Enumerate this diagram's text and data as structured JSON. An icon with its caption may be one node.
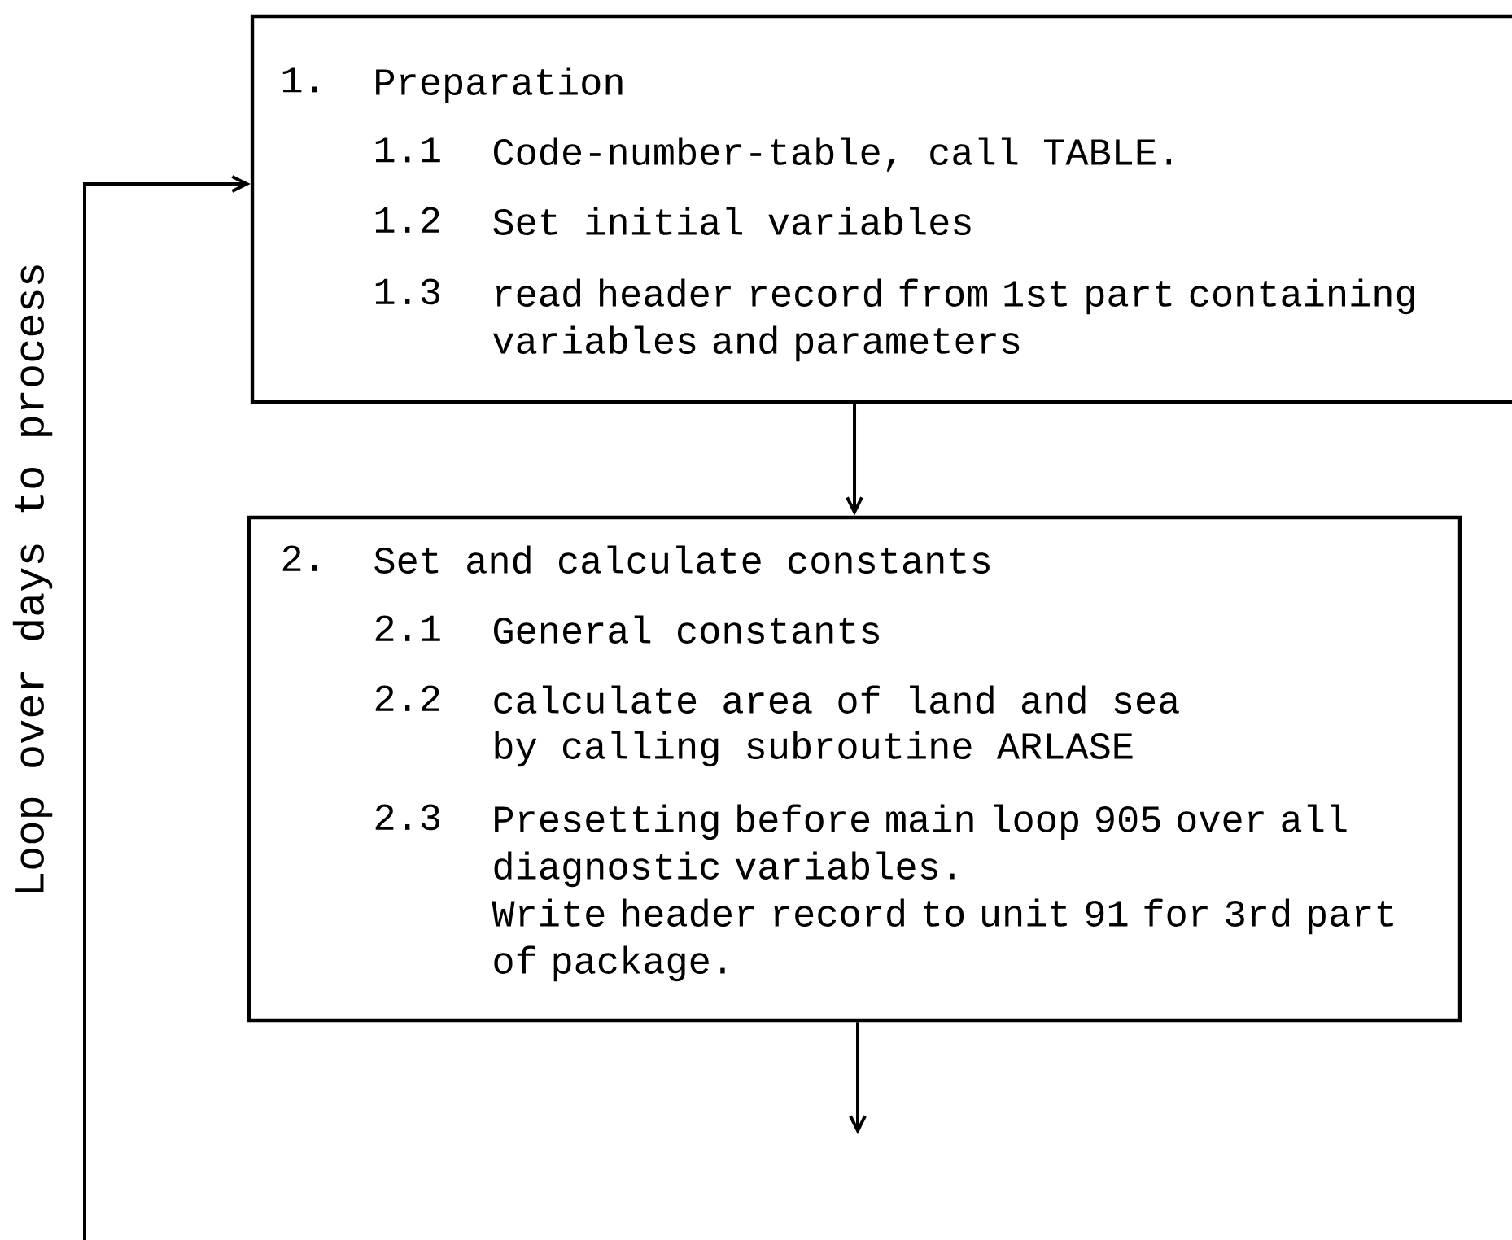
{
  "diagram": {
    "nodes": [
      {
        "text": [
          "1.",
          "Preparation",
          "1.1",
          "Code-number-table, call TABLE.",
          "1.2",
          "Set initial variables",
          "1.3",
          "read header record from 1st part containing variables and parameters"
        ]
      },
      {
        "text": [
          "2.",
          "Set and calculate constants",
          "2.1",
          "General constants",
          "2.2",
          "calculate area of land and sea",
          "by calling subroutine ARLASE",
          "2.3",
          "Presetting before main loop 905 over all diagnostic variables.",
          "Write header record to unit 91 for 3rd part of package."
        ]
      }
    ],
    "edges": [
      {
        "from": null,
        "to": 0,
        "arrow": "to",
        "label": "Loop over days to process"
      },
      {
        "from": 0,
        "to": 1,
        "arrow": "to"
      },
      {
        "from": 1,
        "to": null,
        "arrow": "to"
      }
    ]
  }
}
